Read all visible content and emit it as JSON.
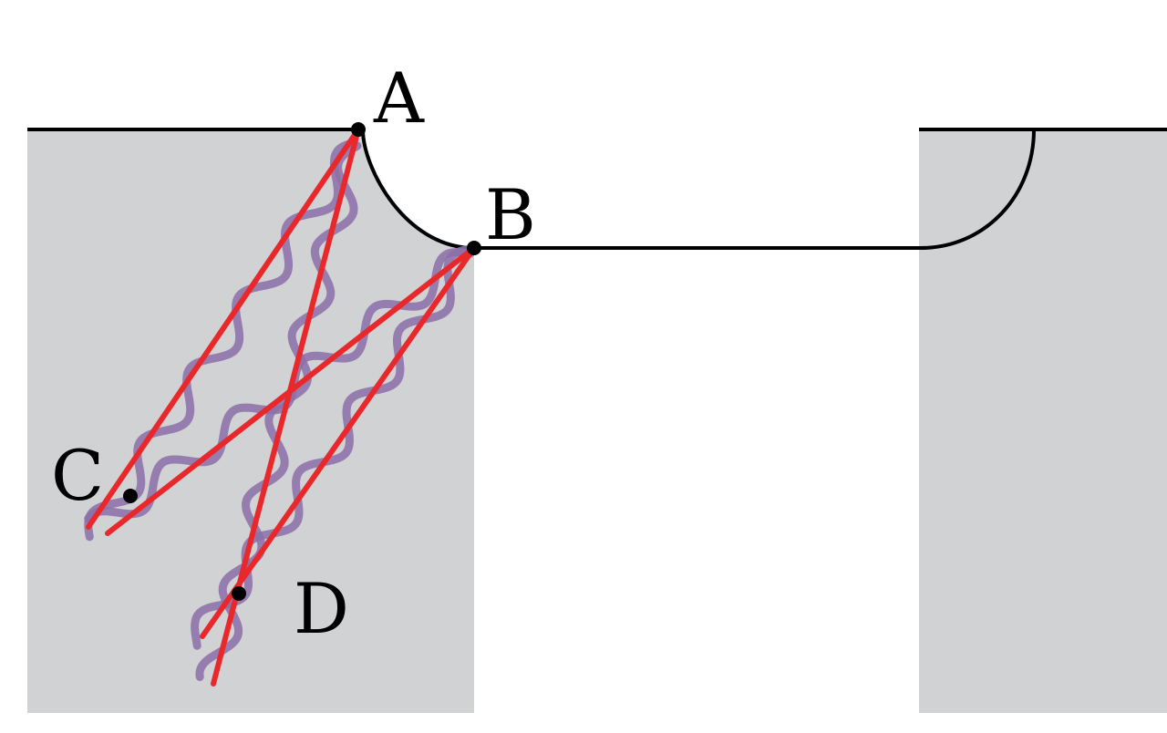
{
  "colors": {
    "background": "#ffffff",
    "material": "#d1d2d4",
    "surface_line": "#000000",
    "ray": "#e8282b",
    "wave": "#8c6ea8",
    "point": "#000000"
  },
  "labels": {
    "a": "A",
    "b": "B",
    "c": "C",
    "d": "D"
  }
}
